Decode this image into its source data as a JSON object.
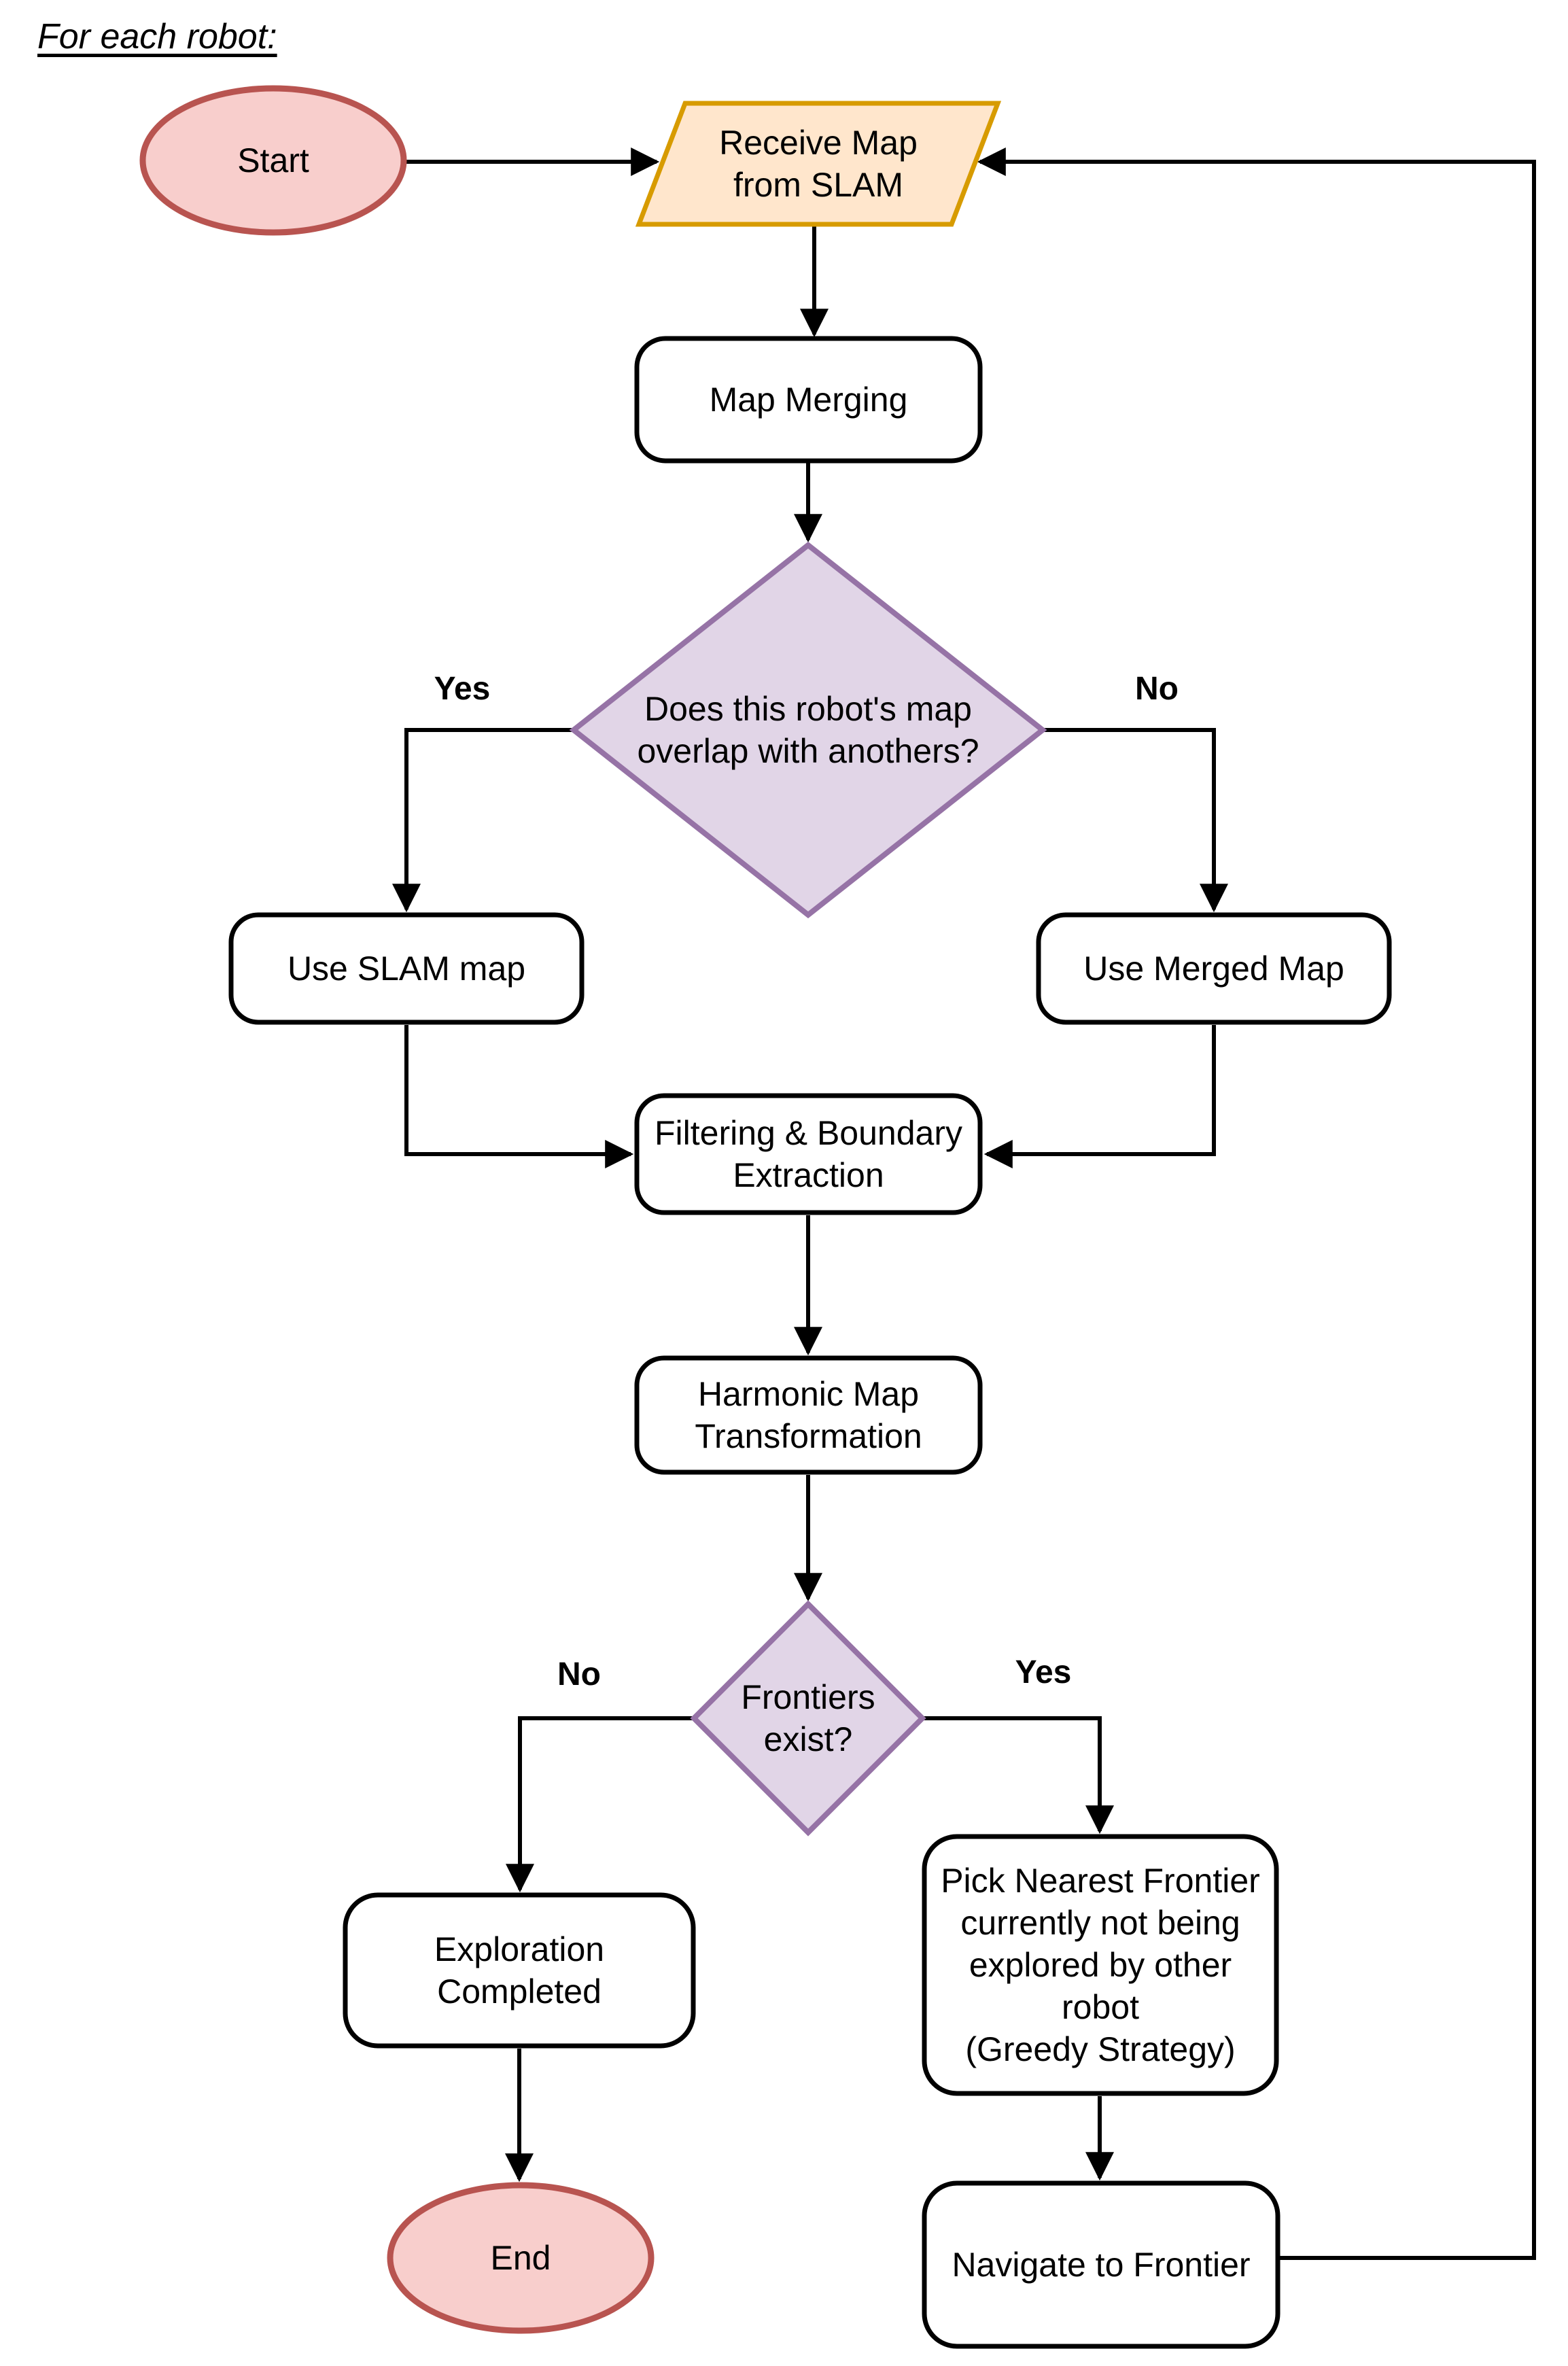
{
  "header": {
    "title": "For each robot:"
  },
  "flowchart": {
    "nodes": {
      "start": {
        "label": "Start",
        "type": "terminal"
      },
      "receive_map": {
        "label": "Receive Map\nfrom SLAM",
        "type": "input-output"
      },
      "map_merging": {
        "label": "Map Merging",
        "type": "process"
      },
      "overlap_decision": {
        "label": "Does this robot's map\noverlap with anothers?",
        "type": "decision"
      },
      "use_slam_map": {
        "label": "Use SLAM map",
        "type": "process"
      },
      "use_merged_map": {
        "label": "Use Merged Map",
        "type": "process"
      },
      "filtering": {
        "label": "Filtering & Boundary\nExtraction",
        "type": "process"
      },
      "harmonic": {
        "label": "Harmonic Map\nTransformation",
        "type": "process"
      },
      "frontiers_decision": {
        "label": "Frontiers\nexist?",
        "type": "decision"
      },
      "exploration_completed": {
        "label": "Exploration\nCompleted",
        "type": "process"
      },
      "pick_frontier": {
        "label": "Pick Nearest Frontier\ncurrently not being\nexplored by other\nrobot\n(Greedy Strategy)",
        "type": "process"
      },
      "navigate": {
        "label": "Navigate to Frontier",
        "type": "process"
      },
      "end": {
        "label": "End",
        "type": "terminal"
      }
    },
    "edge_labels": {
      "overlap_yes": "Yes",
      "overlap_no": "No",
      "frontiers_no": "No",
      "frontiers_yes": "Yes"
    },
    "colors": {
      "terminal_fill": "#f8cecc",
      "terminal_stroke": "#b85450",
      "io_fill": "#ffe6cc",
      "io_stroke": "#d79b00",
      "decision_fill": "#e1d5e7",
      "decision_stroke": "#9673a6",
      "process_fill": "#ffffff",
      "process_stroke": "#000000",
      "connector": "#000000",
      "text": "#000000"
    }
  }
}
